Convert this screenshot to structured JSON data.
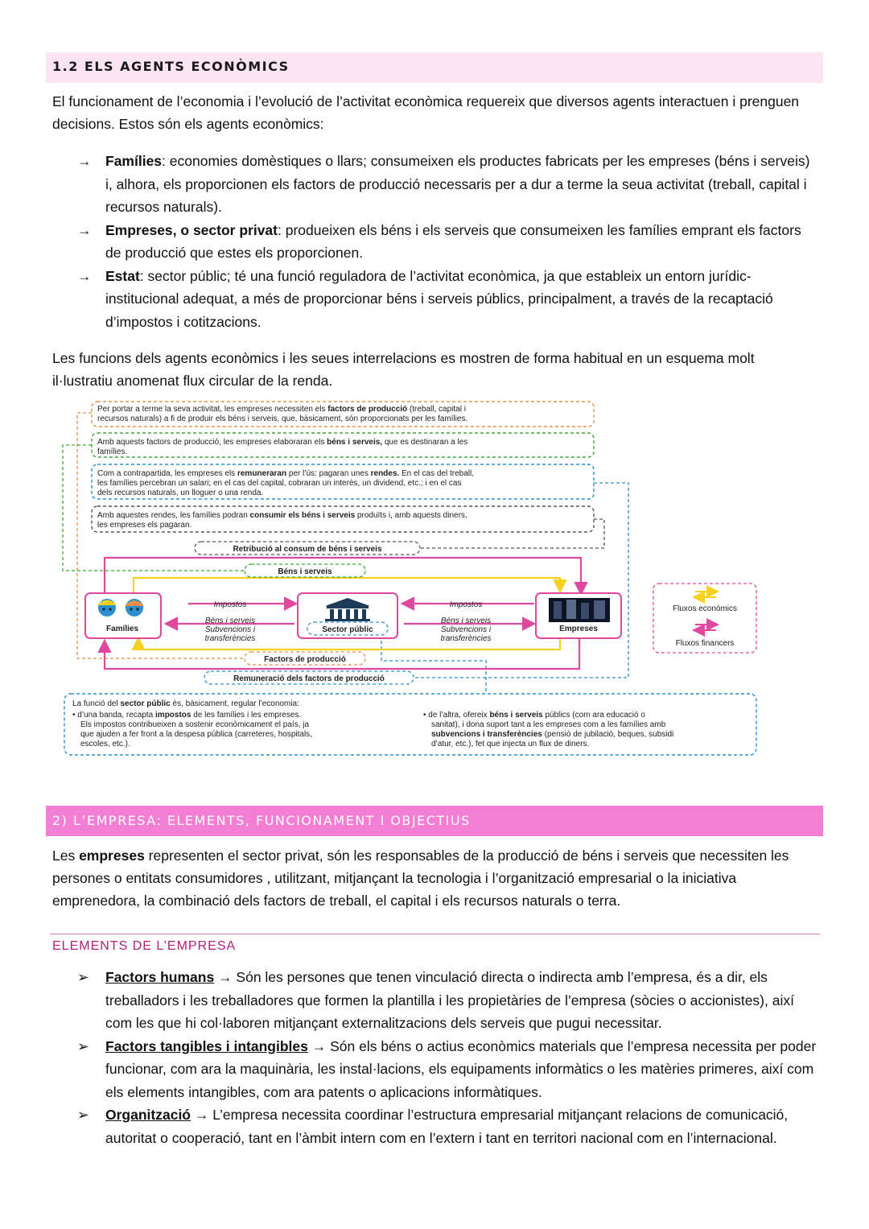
{
  "section1": {
    "title": "1.2 ELS AGENTS ECONÒMICS",
    "intro": "El funcionament de l’economia i l’evolució de l’activitat econòmica requereix que diversos agents interactuen i prenguen decisions. Estos són els agents econòmics:",
    "bullet_marker": "→",
    "bullets": [
      {
        "term": "Famílies",
        "text": ": economies domèstiques o llars; consumeixen els productes fabricats per les empreses (béns i serveis) i, alhora, els proporcionen els factors de producció necessaris per a dur a terme la seua activitat (treball, capital i recursos naturals)."
      },
      {
        "term": "Empreses, o sector privat",
        "text": ": produeixen els béns i els serveis que consumeixen les famílies emprant els factors de producció que estes els proporcionen."
      },
      {
        "term": "Estat",
        "text": ": sector públic; té una funció reguladora de l’activitat econòmica, ja que estableix un entorn jurídic-institucional adequat, a més de proporcionar béns i serveis públics, principalment, a través de la recaptació d’impostos i cotitzacions."
      }
    ],
    "outro": "Les funcions dels agents econòmics i les seues interrelacions es mostren de forma habitual en un esquema molt il·lustratiu anomenat flux circular de la renda."
  },
  "diagram": {
    "box1_a": "Per portar a terme la seva activitat, les empreses necessiten els ",
    "box1_b": "factors de producció",
    "box1_c": " (treball, capital i",
    "box1_d": "recursos naturals) a fi de produir els béns i serveis, que, bàsicament, són proporcionats per les famílies.",
    "box2_a": "Amb aquests factors de producció, les empreses elaboraran els ",
    "box2_b": "béns i serveis,",
    "box2_c": " que es destinaran a les",
    "box2_d": "famílies.",
    "box3_a": "Com a contrapartida, les empreses els ",
    "box3_b": "remuneraran",
    "box3_c": " per l’ús: pagaran unes ",
    "box3_d": "rendes.",
    "box3_e": " En el cas del treball,",
    "box3_f": "les famílies percebran un salari; en el cas del capital, cobraran un interès, un dividend, etc.; i en el cas",
    "box3_g": "dels recursos naturals, un lloguer o una renda.",
    "box4_a": "Amb aquestes rendes, les famílies podran ",
    "box4_b": "consumir els béns i serveis",
    "box4_c": " produïts i, amb aquests diners,",
    "box4_d": "les empreses els pagaran.",
    "pill_retribucio": "Retribució al consum de béns i serveis",
    "pill_bens": "Béns i serveis",
    "pill_factors": "Factors de producció",
    "pill_remuneracio": "Remuneració dels factors de producció",
    "node_families": "Famílies",
    "node_sector": "Sector públic",
    "node_empreses": "Empreses",
    "impostos": "Impostos",
    "bens_serveis_it": "Béns i serveis",
    "subvencions": "Subvencions i",
    "transferencies": "transferències",
    "legend_economics": "Fluxos econòmics",
    "legend_financers": "Fluxos financers",
    "bottom_1a": "La funció del ",
    "bottom_1b": "sector públic",
    "bottom_1c": " és, bàsicament, regular l’economia:",
    "bottom_l1a": "d’una banda, recapta ",
    "bottom_l1b": "impostos",
    "bottom_l1c": " de les famílies i les empreses.",
    "bottom_l2": "Els impostos contribueixen a sostenir econòmicament el país, ja",
    "bottom_l3": "que ajuden a fer front a la despesa pública (carreteres, hospitals,",
    "bottom_l4": "escoles, etc.).",
    "bottom_r1a": "de l’altra, ofereix ",
    "bottom_r1b": "béns i serveis",
    "bottom_r1c": " públics (com ara educació o",
    "bottom_r2": "sanitat), i dona suport tant a les empreses com a les famílies amb",
    "bottom_r3a": "subvencions i transferències",
    "bottom_r3b": " (pensió de jubilació, beques, subsidi",
    "bottom_r4": "d’atur, etc.), fet que injecta un flux de diners.",
    "colors": {
      "economic": "#f5d020",
      "financial": "#e0479e",
      "orange": "#e8904a",
      "green": "#3aa63a",
      "blue": "#2b8fd0",
      "dark": "#555555"
    }
  },
  "section2": {
    "title": "2) L’EMPRESA: ELEMENTS, FUNCIONAMENT I OBJECTIUS",
    "p_a": "Les ",
    "p_term": "empreses",
    "p_b": " representen el sector privat, són les responsables de la producció de béns i serveis que necessiten les persones o entitats consumidores , utilitzant, mitjançant la tecnologia i l’organització empresarial o la iniciativa emprenedora, la combinació dels factors de treball, el capital i els recursos naturals o terra.",
    "subtitle": "ELEMENTS DE L’EMPRESA",
    "bullet_marker": "➢",
    "bullets": [
      {
        "term": "Factors humans",
        "arrow": " → ",
        "text": "Són les persones que tenen vinculació directa o indirecta amb l’empresa, és a dir, els treballadors i les treballadores que formen la plantilla i les propietàries de l’empresa (sòcies o accionistes), així com les que hi col·laboren mitjançant externalitzacions dels serveis que pugui necessitar."
      },
      {
        "term": "Factors tangibles i intangibles",
        "arrow": " → ",
        "text": "Són els béns o actius econòmics materials que l’empresa necessita per poder funcionar, com ara la maquinària, les instal·lacions, els equipaments informàtics o les matèries primeres, així com els elements intangibles, com ara patents o aplicacions informàtiques."
      },
      {
        "term": "Organització",
        "arrow": " → ",
        "text": "L’empresa necessita coordinar l’estructura empresarial mitjançant relacions de comunicació, autoritat o cooperació, tant en l’àmbit intern com en l’extern i tant en territori nacional com en l’internacional."
      }
    ]
  }
}
